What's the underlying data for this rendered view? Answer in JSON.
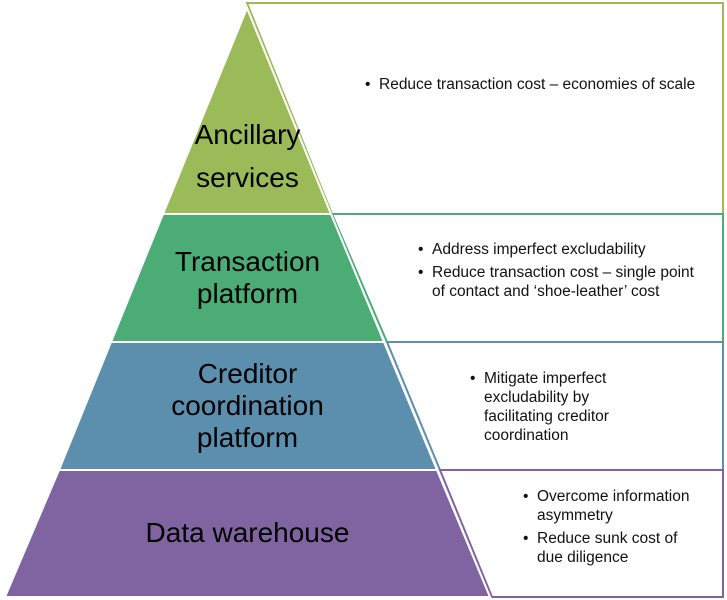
{
  "tiers": [
    {
      "id": "ancillary-services",
      "label_lines": [
        "Ancillary",
        "services"
      ],
      "fill": "#9bbb59",
      "border": "#9bbb59",
      "bullets": [
        "Reduce transaction cost – economies of scale"
      ]
    },
    {
      "id": "transaction-platform",
      "label_lines": [
        "Transaction",
        "platform"
      ],
      "fill": "#4bac76",
      "border": "#4bac76",
      "bullets": [
        "Address imperfect excludability",
        "Reduce transaction cost – single point of contact and ‘shoe-leather’ cost"
      ]
    },
    {
      "id": "creditor-coordination-platform",
      "label_lines": [
        "Creditor",
        "coordination",
        "platform"
      ],
      "fill": "#5b8fad",
      "border": "#5b8fad",
      "bullets": [
        "Mitigate imperfect excludability by facilitating creditor coordination"
      ]
    },
    {
      "id": "data-warehouse",
      "label_lines": [
        "Data warehouse"
      ],
      "fill": "#8064a2",
      "border": "#8064a2",
      "bullets": [
        "Overcome information asymmetry",
        "Reduce sunk cost of due diligence"
      ]
    }
  ],
  "bullet_glyph": "•",
  "edge_color": "#ffffff"
}
